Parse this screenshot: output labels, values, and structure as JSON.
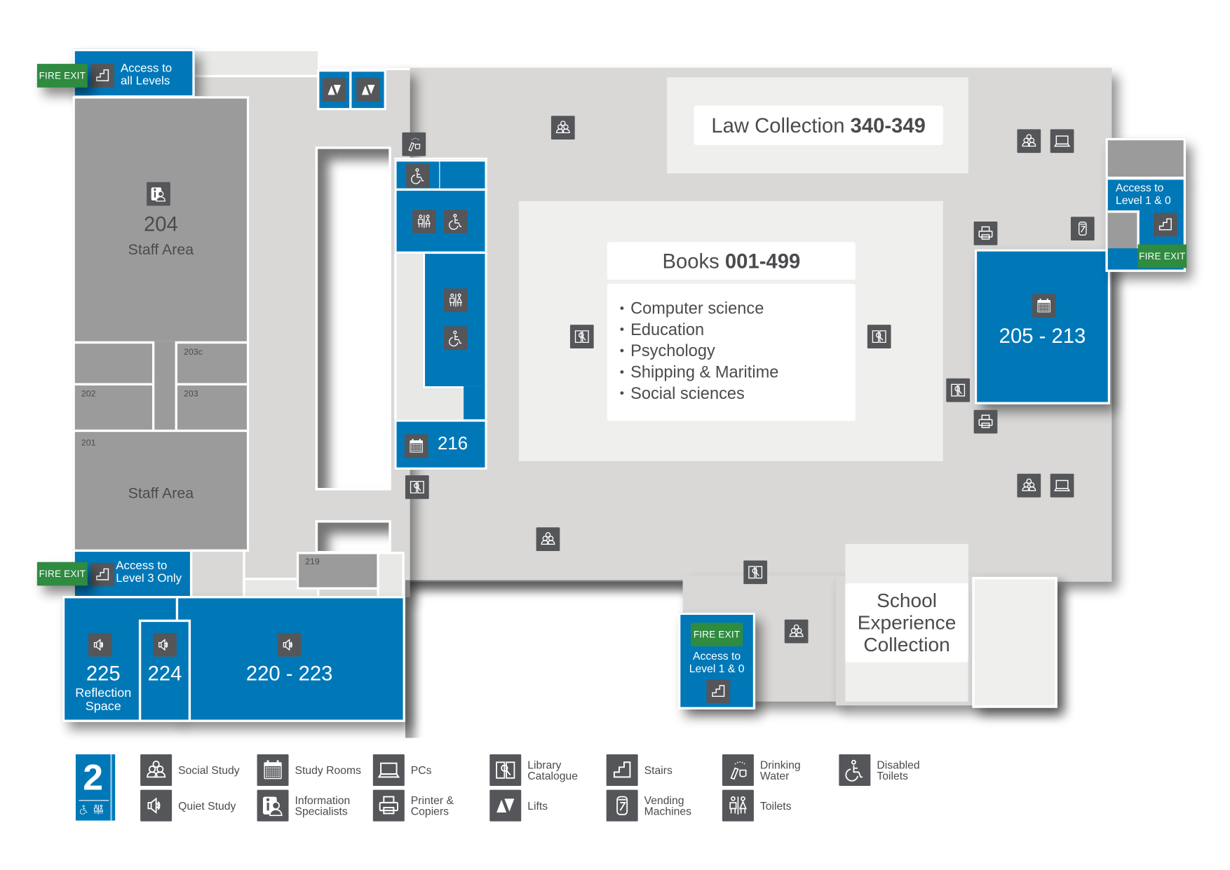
{
  "level": {
    "number": "2",
    "accessible_icons": "♿ 🚻"
  },
  "fire_exit_label": "FIRE EXIT",
  "access": {
    "all_levels": "Access to\nall Levels",
    "level3_only": "Access to\nLevel 3 Only",
    "level10_right": "Access to\nLevel 1 & 0",
    "level10_bottom": "Access to\nLevel 1 & 0"
  },
  "rooms": {
    "r204": {
      "number": "204",
      "name": "Staff Area"
    },
    "r201": {
      "number": "201",
      "name": "Staff Area"
    },
    "r202": "202",
    "r203": "203",
    "r203c": "203c",
    "r216": "216",
    "r219": "219",
    "r205": "205 - 213",
    "r225": {
      "number": "225",
      "name": "Reflection\nSpace"
    },
    "r224": "224",
    "r220": "220 - 223"
  },
  "collections": {
    "law": {
      "title": "Law Collection ",
      "range": "340-349"
    },
    "books": {
      "title": "Books ",
      "range": "001-499",
      "subjects": [
        "Computer science",
        "Education",
        "Psychology",
        "Shipping & Maritime",
        "Social sciences"
      ]
    },
    "school": "School\nExperience\nCollection"
  },
  "legend": [
    {
      "icon": "social-study-icon",
      "label": "Social Study"
    },
    {
      "icon": "quiet-study-icon",
      "label": "Quiet Study"
    },
    {
      "icon": "study-rooms-icon",
      "label": "Study Rooms"
    },
    {
      "icon": "information-specialists-icon",
      "label": "Information\nSpecialists"
    },
    {
      "icon": "pcs-icon",
      "label": "PCs"
    },
    {
      "icon": "printer-icon",
      "label": "Printer &\nCopiers"
    },
    {
      "icon": "library-catalogue-icon",
      "label": "Library\nCatalogue"
    },
    {
      "icon": "lifts-icon",
      "label": "Lifts"
    },
    {
      "icon": "stairs-icon",
      "label": "Stairs"
    },
    {
      "icon": "vending-machines-icon",
      "label": "Vending\nMachines"
    },
    {
      "icon": "drinking-water-icon",
      "label": "Drinking\nWater"
    },
    {
      "icon": "toilets-icon",
      "label": "Toilets"
    },
    {
      "icon": "disabled-toilets-icon",
      "label": "Disabled\nToilets"
    }
  ],
  "colors": {
    "blue": "#0078b8",
    "fire_exit": "#2e8b40",
    "icon_bg": "#555659",
    "floor": "#d9d8d6",
    "staff": "#9b9b9b"
  }
}
